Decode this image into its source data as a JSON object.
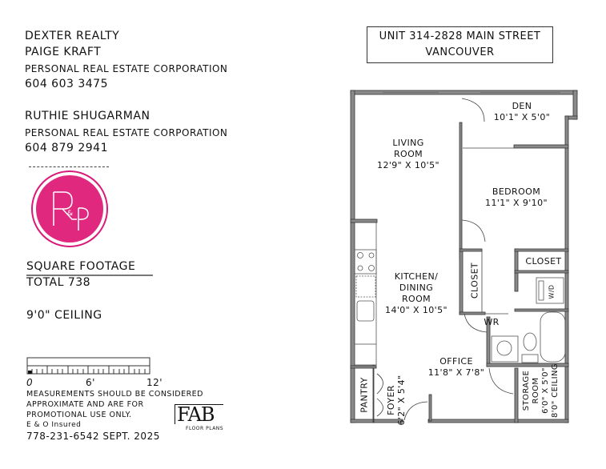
{
  "agent": {
    "brokerage": "DEXTER REALTY",
    "agent1_name": "PAIGE KRAFT",
    "agent1_title": "PERSONAL REAL ESTATE CORPORATION",
    "agent1_phone": "604 603 3475",
    "agent2_name": "RUTHIE SHUGARMAN",
    "agent2_title": "PERSONAL REAL ESTATE CORPORATION",
    "agent2_phone": "604 879 2941",
    "logo_text": "R&P",
    "logo_color": "#e0287f"
  },
  "stats": {
    "sqft_heading": "SQUARE FOOTAGE",
    "sqft_total": "TOTAL 738",
    "ceiling": "9'0\" CEILING"
  },
  "scale": {
    "tick_0": "0",
    "tick_6": "6'",
    "tick_12": "12'"
  },
  "disclaimer": {
    "line1": "MEASUREMENTS SHOULD BE CONSIDERED",
    "line2": "APPROXIMATE AND ARE FOR",
    "line3": "PROMOTIONAL USE ONLY.",
    "insured": "E & O Insured",
    "contact": "778-231-6542  SEPT. 2025"
  },
  "fab_logo": {
    "mark": "FAB",
    "sub": "FLOOR PLANS"
  },
  "address": {
    "line1": "UNIT 314-2828 MAIN STREET",
    "line2": "VANCOUVER"
  },
  "rooms": {
    "den": {
      "name": "DEN",
      "dims": "10'1\" X 5'0\""
    },
    "living": {
      "name1": "LIVING",
      "name2": "ROOM",
      "dims": "12'9\" X 10'5\""
    },
    "bedroom": {
      "name": "BEDROOM",
      "dims": "11'1\" X 9'10\""
    },
    "closet_right": {
      "name": "CLOSET"
    },
    "closet_left": {
      "name": "CLOSET"
    },
    "wd": {
      "name": "W/D"
    },
    "kitchen": {
      "name1": "KITCHEN/",
      "name2": "DINING",
      "name3": "ROOM",
      "dims": "14'0\" X 10'5\""
    },
    "wr": {
      "name": "WR"
    },
    "office": {
      "name": "OFFICE",
      "dims": "11'8\" X 7'8\""
    },
    "pantry": {
      "name": "PANTRY"
    },
    "foyer": {
      "name": "FOYER",
      "dims": "6'2\" X 5'4\""
    },
    "storage": {
      "name1": "STORAGE",
      "name2": "ROOM",
      "dims": "6'0\" X 5'0\"",
      "ceiling": "8'0\" CEILING"
    }
  }
}
